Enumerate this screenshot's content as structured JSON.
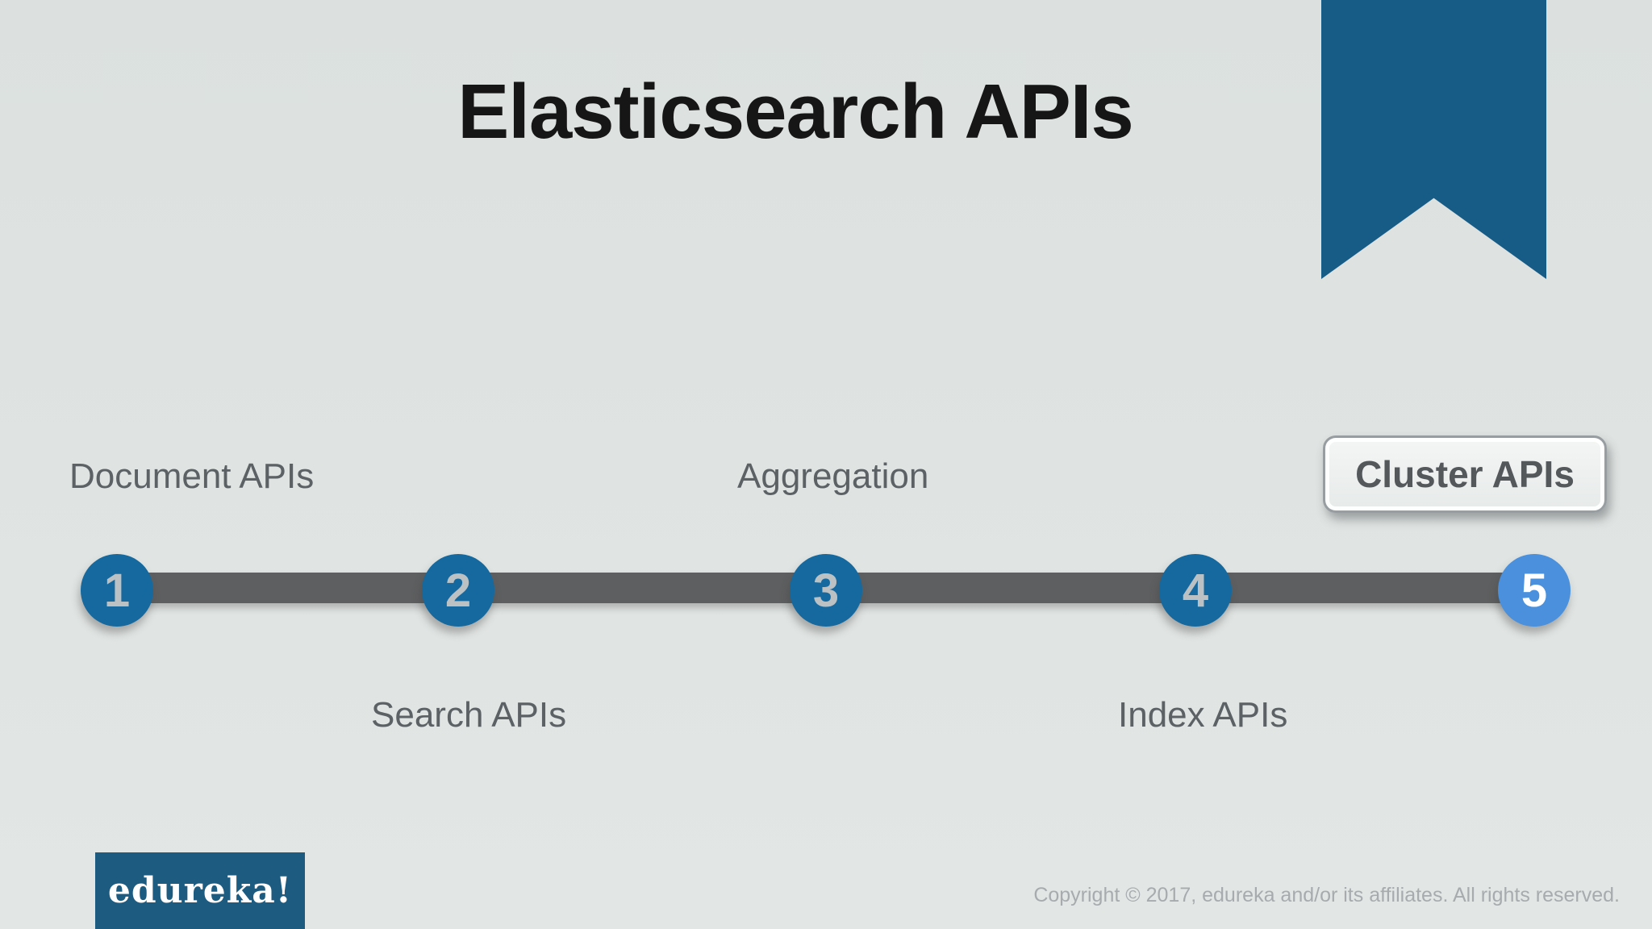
{
  "slide": {
    "title": "Elasticsearch APIs",
    "logo_text": "edureka!",
    "copyright": "Copyright © 2017, edureka and/or its affiliates. All rights reserved."
  },
  "timeline": {
    "steps": [
      {
        "number": "1",
        "label": "Document APIs",
        "label_position": "above",
        "highlighted": false
      },
      {
        "number": "2",
        "label": "Search APIs",
        "label_position": "below",
        "highlighted": false
      },
      {
        "number": "3",
        "label": "Aggregation",
        "label_position": "above",
        "highlighted": false
      },
      {
        "number": "4",
        "label": "Index APIs",
        "label_position": "below",
        "highlighted": false
      },
      {
        "number": "5",
        "label": "Cluster APIs",
        "label_position": "above",
        "highlighted": true
      }
    ]
  },
  "colors": {
    "bg_top": "#dce1df",
    "bg_bottom": "#e2e6e4",
    "title_color": "#161616",
    "ribbon_blue": "#175c87",
    "label_gray": "#5c6165",
    "bar_gray": "#5e5f60",
    "circle_blue": "#16699e",
    "active_blue": "#4a90dc",
    "number_gray": "#bcc1c4",
    "number_active": "#ffffff",
    "button_border": "#979da1",
    "button_text": "#54585b",
    "logo_blue": "#1d5b80",
    "copyright_gray": "#a7abae"
  }
}
